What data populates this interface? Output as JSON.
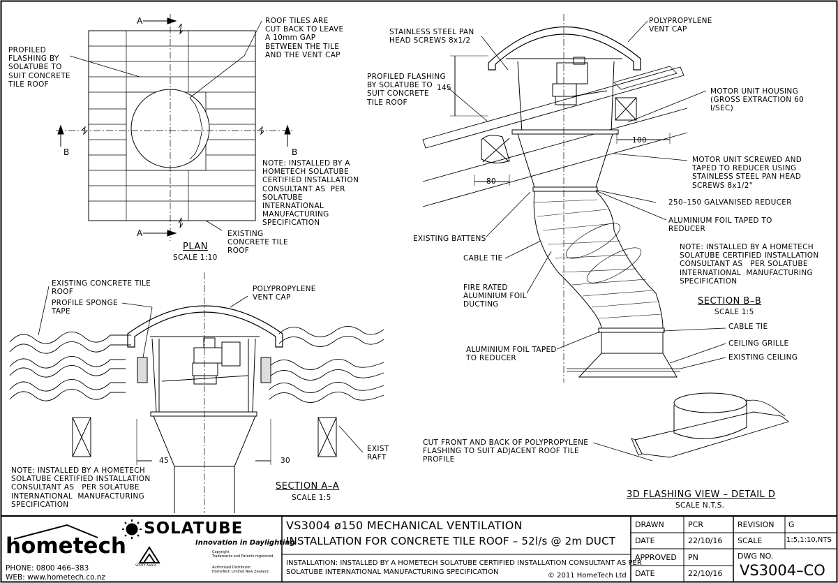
{
  "plan": {
    "title": "PLAN",
    "scale": "SCALE 1:10",
    "section_a": "A",
    "section_b": "B",
    "label_flashing": "PROFILED\nFLASHING BY\nSOLATUBE TO\nSUIT CONCRETE\nTILE ROOF",
    "label_tiles": "ROOF TILES ARE\nCUT BACK TO LEAVE\nA 10mm GAP\nBETWEEN THE TILE\nAND THE VENT CAP",
    "note": "NOTE: INSTALLED BY A\nHOMETECH SOLATUBE\nCERTIFIED INSTALLATION\nCONSULTANT AS  PER\nSOLATUBE\nINTERNATIONAL\nMANUFACTURING\nSPECIFICATION",
    "label_existing": "EXISTING\nCONCRETE TILE\nROOF"
  },
  "section_aa": {
    "title": "SECTION A–A",
    "scale": "SCALE 1:5",
    "label_roof": "EXISTING CONCRETE TILE\nROOF",
    "label_sponge": "PROFILE SPONGE\nTAPE",
    "label_cap": "POLYPROPYLENE\nVENT CAP",
    "label_rafters": "EXIST\nRAFT",
    "dim_left": "45",
    "dim_right": "30",
    "note": "NOTE: INSTALLED BY A HOMETECH\nSOLATUBE CERTIFIED INSTALLATION\nCONSULTANT AS   PER SOLATUBE\nINTERNATIONAL  MANUFACTURING\nSPECIFICATION"
  },
  "section_bb": {
    "title": "SECTION B–B",
    "scale": "SCALE 1:5",
    "label_screws": "STAINLESS STEEL PAN\nHEAD SCREWS 8x1/2",
    "label_cap": "POLYPROPYLENE\nVENT CAP",
    "label_flashing": "PROFILED FLASHING\nBY SOLATUBE TO\nSUIT CONCRETE\nTILE ROOF",
    "label_motor": "MOTOR UNIT HOUSING\n(GROSS EXTRACTION 60\nl/SEC)",
    "label_screwed": "MOTOR UNIT SCREWED AND\nTAPED TO REDUCER USING\nSTAINLESS STEEL PAN HEAD\nSCREWS 8x1/2\"",
    "label_reducer": "250–150 GALVANISED REDUCER",
    "label_foil_reducer": "ALUMINIUM FOIL TAPED TO\nREDUCER",
    "label_battens": "EXISTING BATTENS",
    "label_cable_tie": "CABLE TIE",
    "label_ducting": "FIRE RATED\nALUMINIUM FOIL\nDUCTING",
    "label_cable_tie2": "CABLE TIE",
    "label_grille": "CEILING GRILLE",
    "label_ceiling": "EXISTING CEILING",
    "label_foil_reducer2": "ALUMINIUM FOIL TAPED\nTO REDUCER",
    "dim_145": "145",
    "dim_100": "100",
    "dim_80": "80",
    "note": "NOTE: INSTALLED BY A HOMETECH\nSOLATUBE CERTIFIED INSTALLATION\nCONSULTANT AS   PER SOLATUBE\nINTERNATIONAL  MANUFACTURING\nSPECIFICATION"
  },
  "detail_d": {
    "title": "3D FLASHING VIEW – DETAIL D",
    "scale": "SCALE N.T.S.",
    "label": "CUT FRONT AND BACK OF POLYPROPYLENE\nFLASHING TO SUIT ADJACENT ROOF TILE\nPROFILE"
  },
  "title_block": {
    "brand": "hometech",
    "phone": "PHONE: 0800 466–383",
    "web": "WEB: www.hometech.co.nz",
    "solatube": "SOLATUBE",
    "solatube_tag": "Innovation in Daylighting",
    "copyright_text": "Copyright\nTrademarks and Patents registered.",
    "distributor_text": "Authorised Distributor\nHomeTech Limited New Zealand.",
    "award_text": "SPOTY Award",
    "drawing_title1": "VS3004 ø150 MECHANICAL VENTILATION",
    "drawing_title2": "INSTALLATION FOR CONCRETE TILE ROOF – 52l/s @ 2m DUCT",
    "install_note": "INSTALLATION: INSTALLED BY A HOMETECH SOLATUBE CERTIFIED INSTALLATION CONSULTANT AS PER\nSOLATUBE INTERNATIONAL MANUFACTURING SPECIFICATION",
    "copyright": "© 2011 HomeTech Ltd",
    "drawn_label": "DRAWN",
    "drawn_value": "PCR",
    "date_label": "DATE",
    "date_value": "22/10/16",
    "approved_label": "APPROVED",
    "approved_value": "PN",
    "date2_label": "DATE",
    "date2_value": "22/10/16",
    "revision_label": "REVISION",
    "revision_value": "G",
    "scale_label": "SCALE",
    "scale_value": "1:5,1:10,NTS",
    "dwg_label": "DWG NO.",
    "dwg_value": "VS3004–CO"
  }
}
